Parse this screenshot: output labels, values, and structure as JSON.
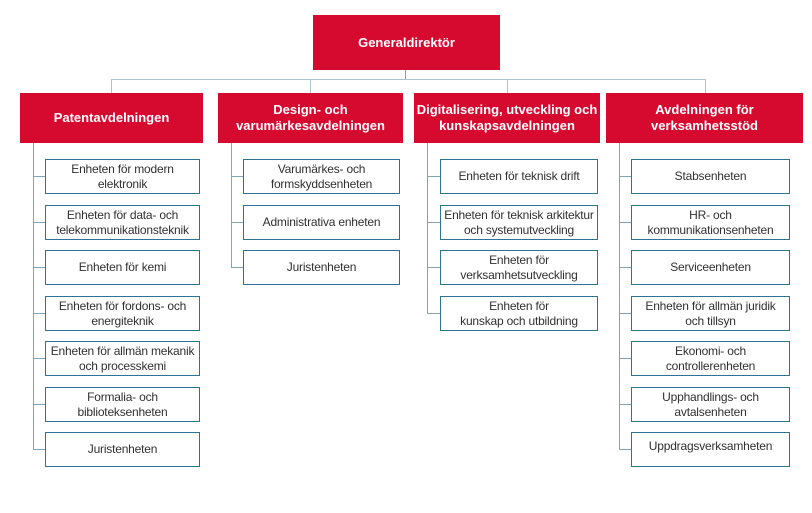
{
  "colors": {
    "department_fill": "#d60a2f",
    "department_text": "#ffffff",
    "unit_border": "#2f7392",
    "unit_text": "#303030",
    "connector": "#7da6bc",
    "connector_light": "#a9c4d3"
  },
  "org": {
    "root_label": "Generaldirektör",
    "departments": [
      {
        "label": "Patentavdelningen",
        "units": [
          "Enheten för modern\nelektronik",
          "Enheten för data- och\ntelekommunikationsteknik",
          "Enheten för kemi",
          "Enheten för fordons- och\nenergiteknik",
          "Enheten för allmän mekanik\noch processkemi",
          "Formalia- och\nbiblioteksenheten",
          "Juristenheten"
        ]
      },
      {
        "label": "Design- och\nvarumärkesavdelningen",
        "units": [
          "Varumärkes- och\nformskyddsenheten",
          "Administrativa enheten",
          "Juristenheten"
        ]
      },
      {
        "label": "Digitalisering, utveckling och\nkunskapsavdelningen",
        "units": [
          "Enheten för teknisk drift",
          "Enheten för teknisk arkitektur\noch systemutveckling",
          "Enheten för\nverksamhetsutveckling",
          "Enheten för\nkunskap och utbildning"
        ]
      },
      {
        "label": "Avdelningen för\nverksamhetsstöd",
        "units": [
          "Stabsenheten",
          "HR- och\nkommunikationsenheten",
          "Serviceenheten",
          "Enheten för allmän juridik\noch tillsyn",
          "Ekonomi- och\ncontrollerenheten",
          "Upphandlings- och\navtalsenheten",
          "Uppdragsverksamheten"
        ]
      }
    ]
  }
}
